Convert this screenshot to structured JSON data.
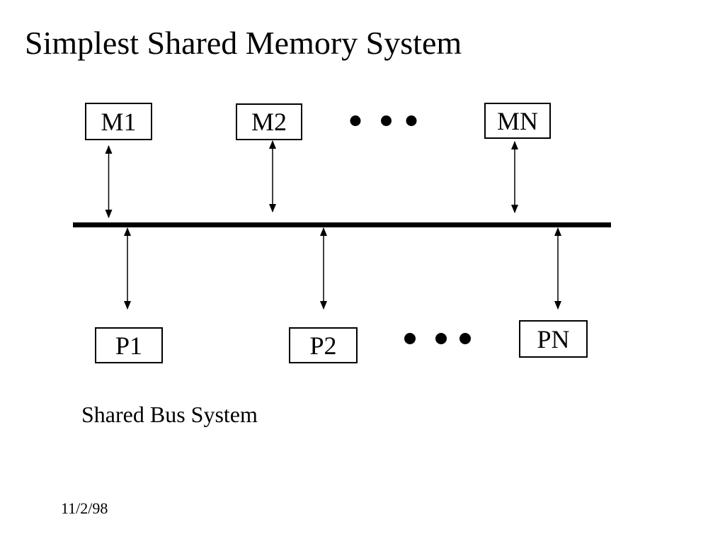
{
  "slide": {
    "title": "Simplest Shared Memory System",
    "caption": "Shared Bus System",
    "footer_date": "11/2/98"
  },
  "diagram": {
    "memory_boxes": [
      {
        "label": "M1"
      },
      {
        "label": "M2"
      },
      {
        "label": "MN"
      }
    ],
    "processor_boxes": [
      {
        "label": "P1"
      },
      {
        "label": "P2"
      },
      {
        "label": "PN"
      }
    ],
    "memory_ellipsis_icon": "three-dots-horizontal",
    "processor_ellipsis_icon": "three-dots-horizontal",
    "bus_label": "",
    "colors": {
      "foreground": "#000000",
      "background": "#ffffff"
    }
  }
}
